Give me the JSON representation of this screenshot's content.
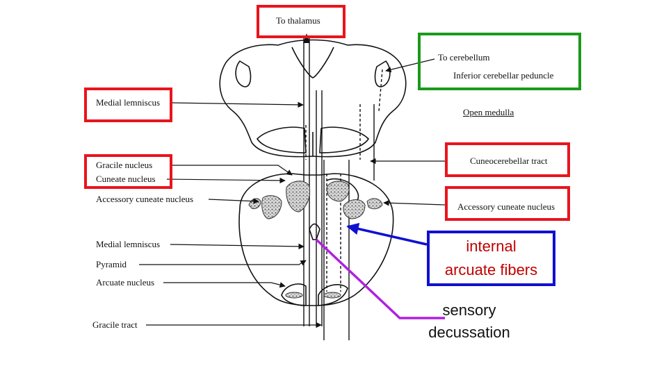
{
  "labels": {
    "to_thalamus": "To thalamus",
    "to_cerebellum": "To cerebellum",
    "inferior_cerebellar_peduncle": "Inferior cerebellar peduncle",
    "open_medulla": "Open medulla",
    "medial_lemniscus_upper": "Medial lemniscus",
    "gracile_nucleus": "Gracile nucleus",
    "cuneate_nucleus": "Cuneate nucleus",
    "accessory_cuneate_nucleus_left": "Accessory cuneate nucleus",
    "cuneocerebellar_tract": "Cuneocerebellar tract",
    "accessory_cuneate_nucleus_right": "Accessory cuneate nucleus",
    "medial_lemniscus_lower": "Medial lemniscus",
    "pyramid": "Pyramid",
    "arcuate_nucleus": "Arcuate nucleus",
    "gracile_tract": "Gracile tract"
  },
  "annotations": {
    "internal_arcuate_line1": "internal",
    "internal_arcuate_line2": "arcuate fibers",
    "sensory_decussation_line1": "sensory",
    "sensory_decussation_line2": "decussation"
  },
  "colors": {
    "red_box": "#e8141c",
    "green_box": "#1a9a1a",
    "blue_box": "#1010d0",
    "blue_arrow": "#1010d0",
    "purple_arrow": "#b020e0",
    "annotation_text_red": "#c00000",
    "annotation_text_black": "#111111"
  }
}
